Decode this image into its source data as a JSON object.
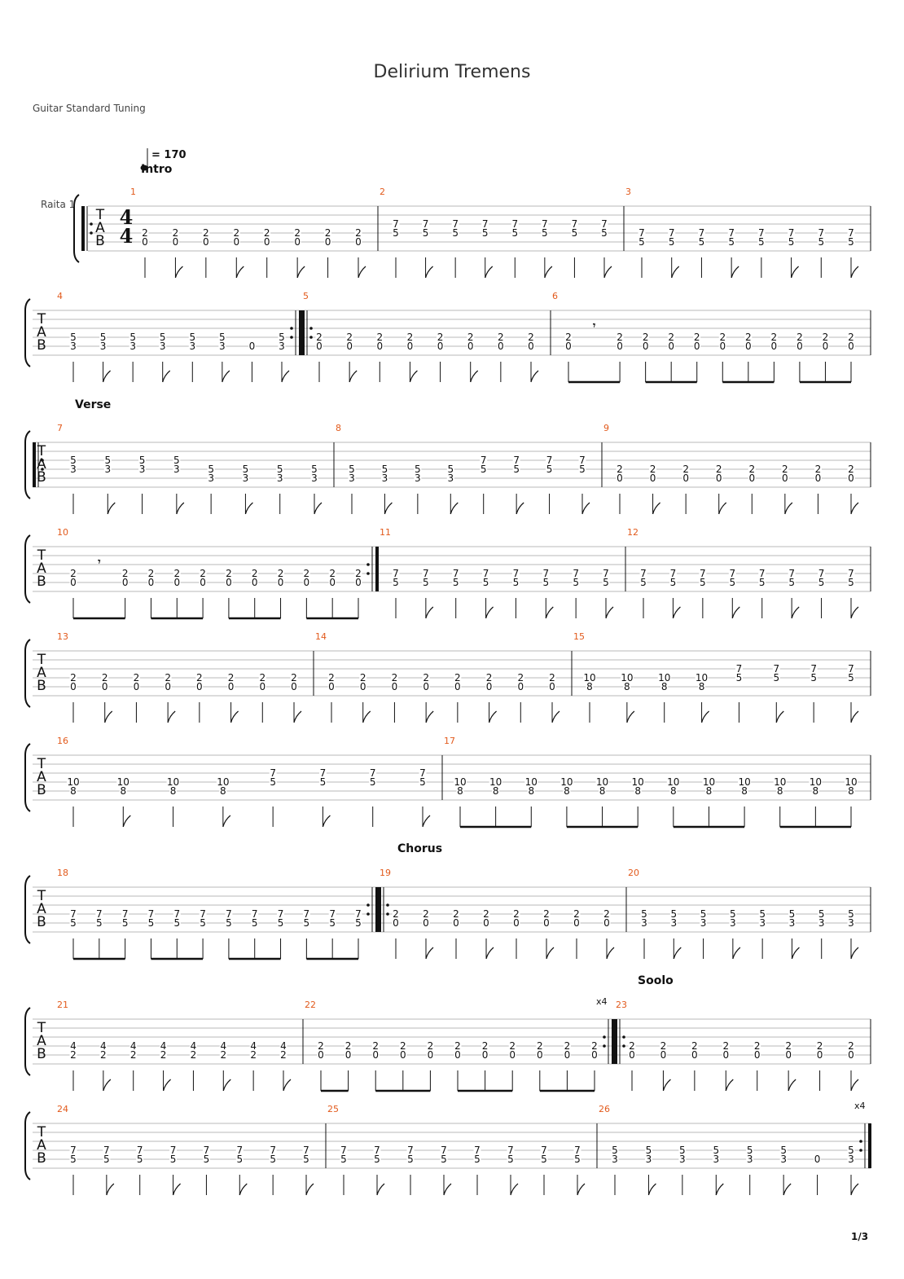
{
  "title": "Delirium Tremens",
  "tuning": "Guitar Standard Tuning",
  "track_name": "Raita 1",
  "tempo": "= 170",
  "time_signature": {
    "top": "4",
    "bottom": "4"
  },
  "tab_label": [
    "T",
    "A",
    "B"
  ],
  "page_number": "1/3",
  "sections": [
    {
      "label": "Intro",
      "measure": 1
    },
    {
      "label": "Verse",
      "measure": 7
    },
    {
      "label": "Chorus",
      "measure": 19
    },
    {
      "label": "Soolo",
      "measure": 23
    }
  ],
  "repeat_counts": [
    {
      "label": "x4",
      "after_measure": 22
    },
    {
      "label": "x4",
      "after_measure": 26
    }
  ],
  "measures": [
    {
      "n": "1",
      "pattern": "quarter-eighth",
      "chord": [
        "2",
        "0"
      ],
      "strings": [
        4,
        5
      ]
    },
    {
      "n": "2",
      "pattern": "quarter-eighth",
      "chord": [
        "7",
        "5"
      ],
      "strings": [
        3,
        4
      ]
    },
    {
      "n": "3",
      "pattern": "quarter-eighth",
      "chord": [
        "7",
        "5"
      ],
      "strings": [
        4,
        5
      ]
    },
    {
      "n": "4",
      "pattern": "custom",
      "notes": [
        [
          "5",
          "3"
        ],
        [
          "5",
          "3"
        ],
        [
          "5",
          "3"
        ],
        [
          "5",
          "3"
        ],
        [
          "5",
          "3"
        ],
        [
          "5",
          "3"
        ],
        [
          "0"
        ],
        [
          "5",
          "3"
        ]
      ],
      "strings": [
        4,
        5
      ]
    },
    {
      "n": "5",
      "pattern": "quarter-eighth",
      "chord": [
        "2",
        "0"
      ],
      "strings": [
        4,
        5
      ]
    },
    {
      "n": "6",
      "pattern": "rest-beamed",
      "chord": [
        "2",
        "0"
      ],
      "strings": [
        4,
        5
      ]
    },
    {
      "n": "7",
      "pattern": "custom",
      "notes": [
        [
          "5",
          "3"
        ],
        [
          "5",
          "3"
        ],
        [
          "5",
          "3"
        ],
        [
          "5",
          "3"
        ],
        [
          "5",
          "3"
        ],
        [
          "5",
          "3"
        ],
        [
          "5",
          "3"
        ],
        [
          "5",
          "3"
        ]
      ],
      "strings": [
        3,
        4,
        5
      ]
    },
    {
      "n": "8",
      "pattern": "custom",
      "notes": [
        [
          "5",
          "3"
        ],
        [
          "5",
          "3"
        ],
        [
          "5",
          "3"
        ],
        [
          "5",
          "3"
        ],
        [
          "7",
          "5"
        ],
        [
          "7",
          "5"
        ],
        [
          "7",
          "5"
        ],
        [
          "7",
          "5"
        ]
      ],
      "strings": [
        4,
        5
      ]
    },
    {
      "n": "9",
      "pattern": "quarter-eighth",
      "chord": [
        "2",
        "0"
      ],
      "strings": [
        4,
        5
      ]
    },
    {
      "n": "10",
      "pattern": "rest-beamed",
      "chord": [
        "2",
        "0"
      ],
      "strings": [
        4,
        5
      ]
    },
    {
      "n": "11",
      "pattern": "quarter-eighth",
      "chord": [
        "7",
        "5"
      ],
      "strings": [
        4,
        5
      ]
    },
    {
      "n": "12",
      "pattern": "quarter-eighth",
      "chord": [
        "7",
        "5"
      ],
      "strings": [
        4,
        5
      ]
    },
    {
      "n": "13",
      "pattern": "quarter-eighth",
      "chord": [
        "2",
        "0"
      ],
      "strings": [
        4,
        5
      ]
    },
    {
      "n": "14",
      "pattern": "quarter-eighth",
      "chord": [
        "2",
        "0"
      ],
      "strings": [
        4,
        5
      ]
    },
    {
      "n": "15",
      "pattern": "custom",
      "notes": [
        [
          "10",
          "8"
        ],
        [
          "10",
          "8"
        ],
        [
          "10",
          "8"
        ],
        [
          "10",
          "8"
        ],
        [
          "7",
          "5"
        ],
        [
          "7",
          "5"
        ],
        [
          "7",
          "5"
        ],
        [
          "7",
          "5"
        ]
      ],
      "strings": [
        4,
        5
      ]
    },
    {
      "n": "16",
      "pattern": "custom",
      "notes": [
        [
          "10",
          "8"
        ],
        [
          "10",
          "8"
        ],
        [
          "10",
          "8"
        ],
        [
          "10",
          "8"
        ],
        [
          "7",
          "5"
        ],
        [
          "7",
          "5"
        ],
        [
          "7",
          "5"
        ],
        [
          "7",
          "5"
        ]
      ],
      "strings": [
        4,
        5
      ]
    },
    {
      "n": "17",
      "pattern": "triplets",
      "chord": [
        "10",
        "8"
      ],
      "strings": [
        4,
        5
      ]
    },
    {
      "n": "18",
      "pattern": "triplets",
      "chord": [
        "7",
        "5"
      ],
      "strings": [
        4,
        5
      ]
    },
    {
      "n": "19",
      "pattern": "quarter-eighth",
      "chord": [
        "2",
        "0"
      ],
      "strings": [
        4,
        5
      ]
    },
    {
      "n": "20",
      "pattern": "quarter-eighth",
      "chord": [
        "5",
        "3"
      ],
      "strings": [
        4,
        5
      ]
    },
    {
      "n": "21",
      "pattern": "quarter-eighth",
      "chord": [
        "4",
        "2"
      ],
      "strings": [
        4,
        5
      ]
    },
    {
      "n": "22",
      "pattern": "eighth-then-triplets",
      "chord": [
        "2",
        "0"
      ],
      "strings": [
        4,
        5
      ]
    },
    {
      "n": "23",
      "pattern": "quarter-eighth",
      "chord": [
        "2",
        "0"
      ],
      "strings": [
        4,
        5
      ]
    },
    {
      "n": "24",
      "pattern": "quarter-eighth",
      "chord": [
        "7",
        "5"
      ],
      "strings": [
        4,
        5
      ]
    },
    {
      "n": "25",
      "pattern": "quarter-eighth",
      "chord": [
        "7",
        "5"
      ],
      "strings": [
        4,
        5
      ]
    },
    {
      "n": "26",
      "pattern": "custom",
      "notes": [
        [
          "5",
          "3"
        ],
        [
          "5",
          "3"
        ],
        [
          "5",
          "3"
        ],
        [
          "5",
          "3"
        ],
        [
          "5",
          "3"
        ],
        [
          "5",
          "3"
        ],
        [
          "0"
        ],
        [
          "5",
          "3"
        ]
      ],
      "strings": [
        4,
        5
      ]
    }
  ],
  "colors": {
    "measure_number": "#e25a1c",
    "staff_line": "#b8b8b8",
    "text": "#111111"
  }
}
